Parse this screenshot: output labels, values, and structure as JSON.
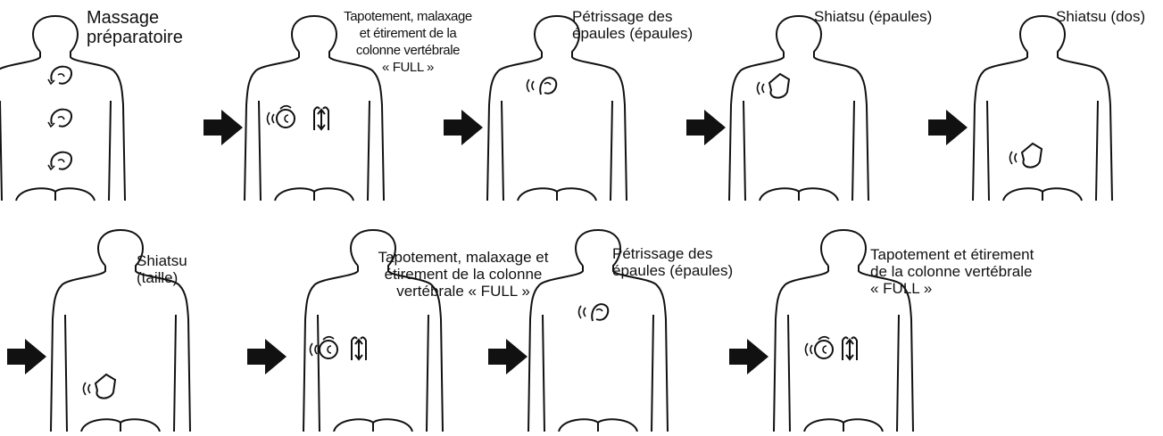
{
  "colors": {
    "ink": "#111111",
    "background": "#ffffff"
  },
  "steps": [
    {
      "label": "Massage\npréparatoire",
      "icons": [
        "kneading-icon",
        "kneading-icon",
        "kneading-icon"
      ]
    },
    {
      "label": "Tapotement, malaxage\net étirement de la\ncolonne  vertébrale\n« FULL »",
      "icons": [
        "tapping-kneading-icon",
        "stretch-icon"
      ]
    },
    {
      "label": "Pétrissage des\népaules (épaules)",
      "icons": [
        "shoulder-kneading-icon"
      ]
    },
    {
      "label": "Shiatsu (épaules)",
      "icons": [
        "shiatsu-icon"
      ]
    },
    {
      "label": "Shiatsu (dos)",
      "icons": [
        "shiatsu-icon"
      ]
    },
    {
      "label": "Shiatsu\n(taille)",
      "icons": [
        "shiatsu-icon"
      ]
    },
    {
      "label": "Tapotement, malaxage et\nétirement de la colonne\nvertébrale « FULL »",
      "icons": [
        "tapping-kneading-icon",
        "stretch-icon"
      ]
    },
    {
      "label": "Pétrissage des\népaules (épaules)",
      "icons": [
        "shoulder-kneading-icon"
      ]
    },
    {
      "label": "Tapotement et étirement\nde la colonne vertébrale\n« FULL »",
      "icons": [
        "tapping-kneading-icon",
        "stretch-icon"
      ]
    }
  ],
  "arrow_icon": "right-arrow-icon"
}
